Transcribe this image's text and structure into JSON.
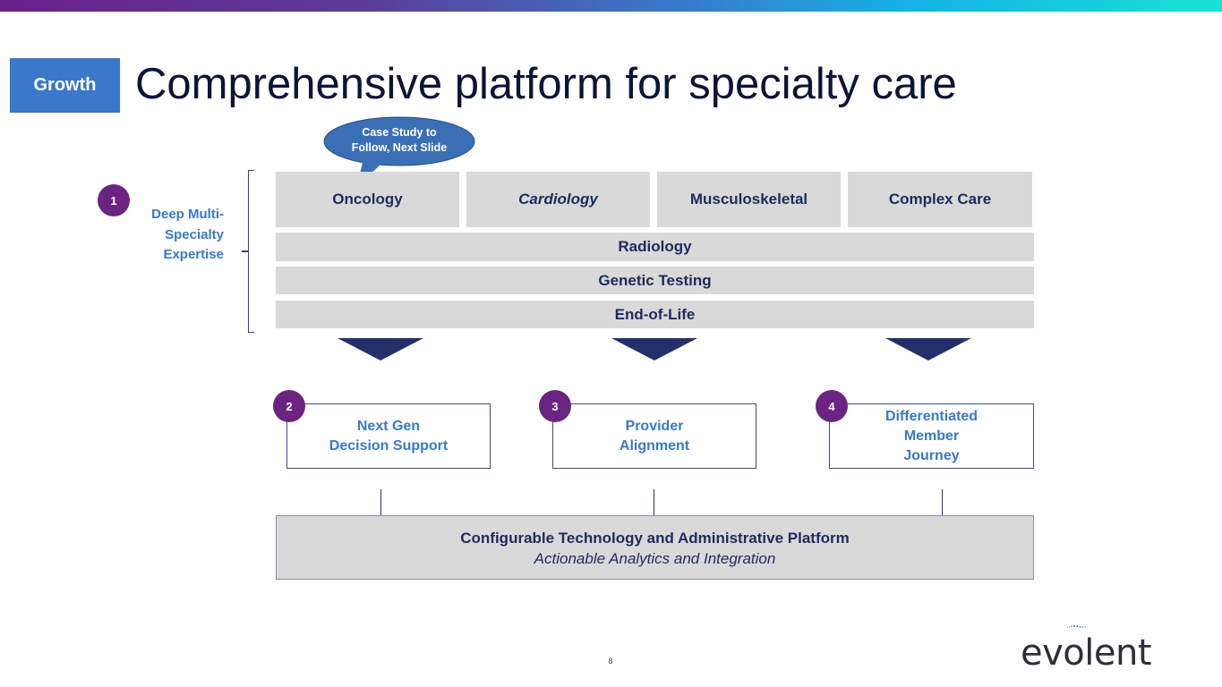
{
  "header": {
    "section_tag": "Growth",
    "title": "Comprehensive platform for specialty care"
  },
  "callout": {
    "text_line1": "Case Study to",
    "text_line2": "Follow, Next Slide"
  },
  "pillar1": {
    "number": "1",
    "label_line1": "Deep Multi-",
    "label_line2": "Specialty",
    "label_line3": "Expertise",
    "specialties": [
      {
        "label": "Oncology",
        "italic": false
      },
      {
        "label": "Cardiology",
        "italic": true
      },
      {
        "label": "Musculoskeletal",
        "italic": false
      },
      {
        "label": "Complex Care",
        "italic": false
      }
    ],
    "rows": [
      {
        "label": "Radiology"
      },
      {
        "label": "Genetic Testing"
      },
      {
        "label": "End-of-Life"
      }
    ]
  },
  "capabilities": [
    {
      "number": "2",
      "line1": "Next Gen",
      "line2": "Decision Support",
      "line3": ""
    },
    {
      "number": "3",
      "line1": "Provider",
      "line2": "Alignment",
      "line3": ""
    },
    {
      "number": "4",
      "line1": "Differentiated",
      "line2": "Member",
      "line3": "Journey"
    }
  ],
  "platform": {
    "title": "Configurable Technology and Administrative Platform",
    "subtitle": "Actionable Analytics and Integration"
  },
  "footer": {
    "page_number": "8",
    "logo_text": "evolent"
  },
  "colors": {
    "badge": "#6b2481",
    "accent_blue": "#3a78c9",
    "navy": "#1f2a5e",
    "cell_gray": "#d9d9d9"
  }
}
